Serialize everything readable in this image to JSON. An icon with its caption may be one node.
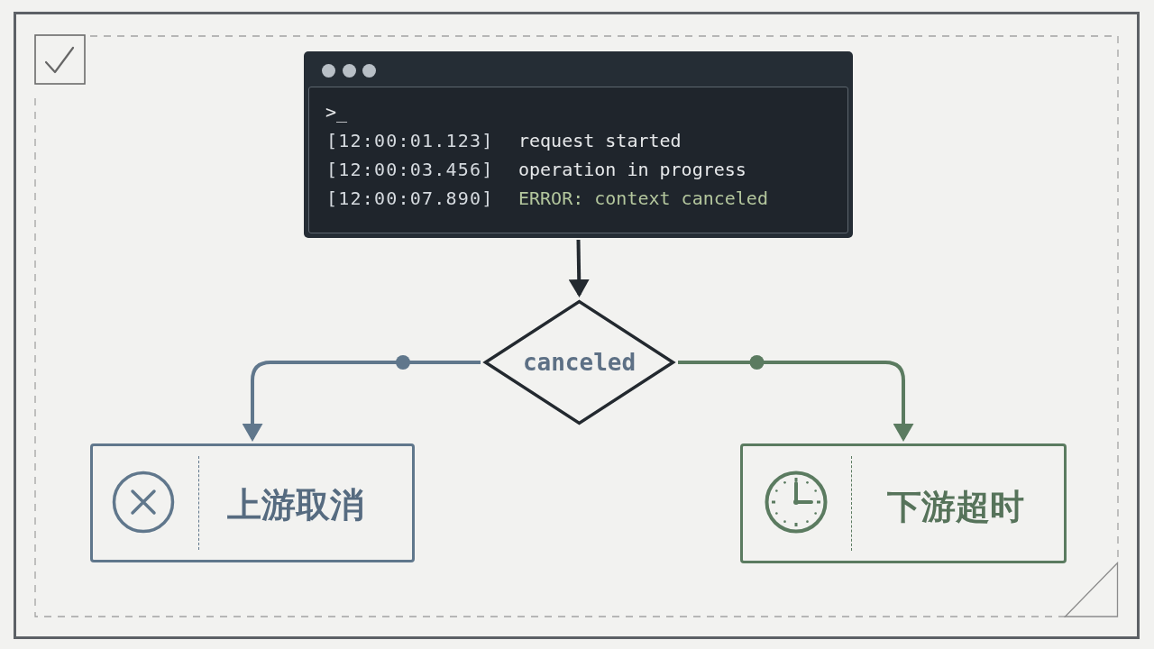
{
  "diagram": {
    "nodes": [
      {
        "text": [
          ">_",
          "[12:00:01.123]",
          "request started",
          "[12:00:03.456]",
          "operation in progress",
          "[12:00:07.890]",
          "ERROR: context canceled"
        ]
      },
      {
        "text": [
          "canceled"
        ]
      },
      {
        "text": [
          "上游取消"
        ]
      },
      {
        "text": [
          "下游超时"
        ]
      }
    ],
    "edges": [
      {
        "from": 0,
        "to": 1,
        "arrow": "to"
      },
      {
        "from": 1,
        "to": 2,
        "arrow": "to",
        "color": "#60778c"
      },
      {
        "from": 1,
        "to": 3,
        "arrow": "to",
        "color": "#5b7b60"
      }
    ]
  }
}
